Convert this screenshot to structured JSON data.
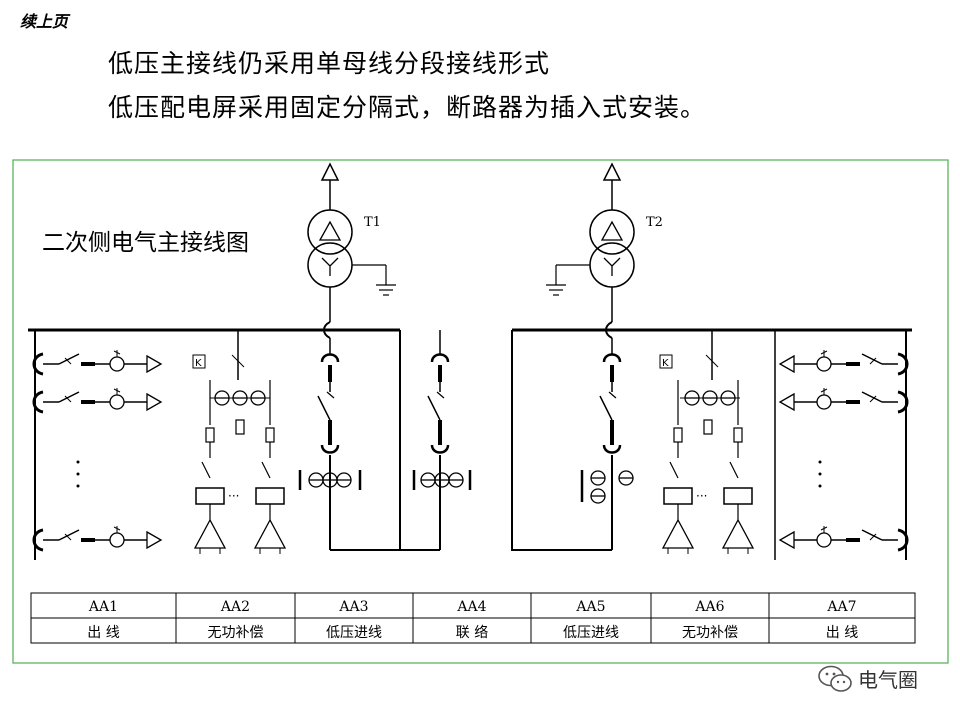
{
  "header": {
    "continuation": "续上页",
    "line1": "低压主接线仍采用单母线分段接线形式",
    "line2": "低压配电屏采用固定分隔式，断路器为插入式安装。"
  },
  "diagram": {
    "title": "二次侧电气主接线图",
    "transformers": [
      "T1",
      "T2"
    ],
    "k_label": "K",
    "dots": "···",
    "panels": [
      {
        "code": "AA1",
        "name": "出  线"
      },
      {
        "code": "AA2",
        "name": "无功补偿"
      },
      {
        "code": "AA3",
        "name": "低压进线"
      },
      {
        "code": "AA4",
        "name": "联  络"
      },
      {
        "code": "AA5",
        "name": "低压进线"
      },
      {
        "code": "AA6",
        "name": "无功补偿"
      },
      {
        "code": "AA7",
        "name": "出  线"
      }
    ]
  },
  "watermark": {
    "text": "电气圈",
    "icon": "wechat-icon"
  },
  "colors": {
    "frame": "#4caf50",
    "line": "#000000"
  }
}
